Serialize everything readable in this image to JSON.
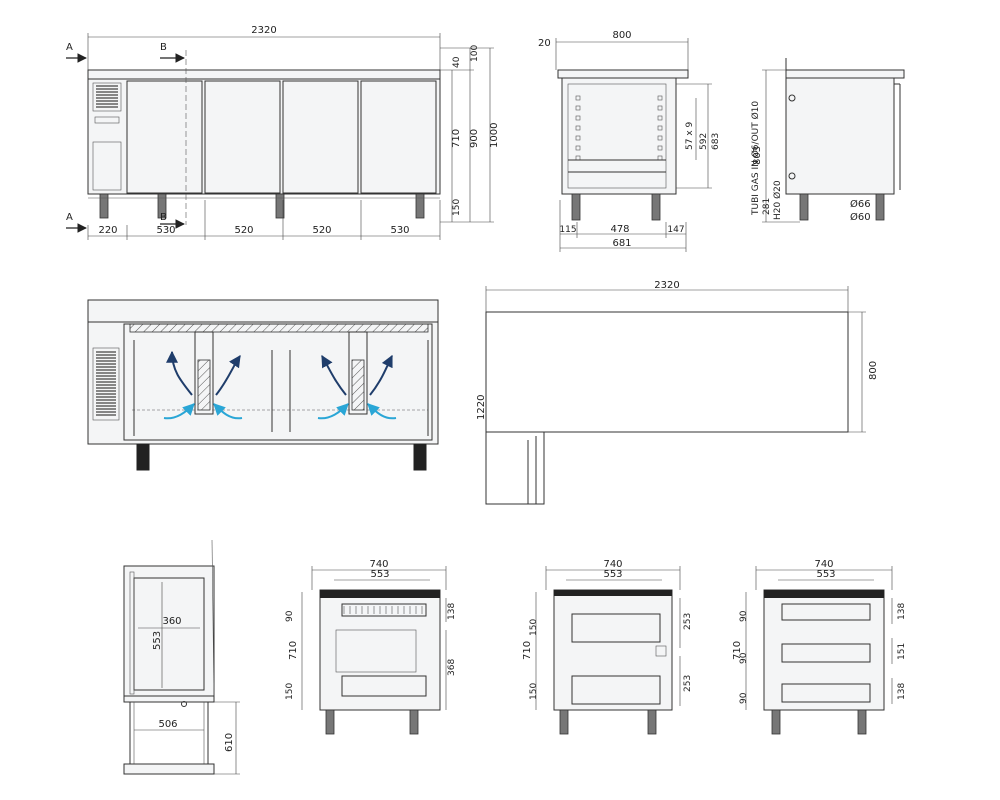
{
  "front": {
    "overall_width": "2320",
    "top_thk": "40",
    "height_100": "100",
    "door_h": "710",
    "total_900": "900",
    "total_1000": "1000",
    "leg_h": "150",
    "seg": [
      "220",
      "530",
      "520",
      "520",
      "530"
    ],
    "section_a": "A",
    "section_b": "B"
  },
  "side": {
    "width": "800",
    "overhang": "20",
    "grid": "57 x 9",
    "h592": "592",
    "h683": "683",
    "w115": "115",
    "w478": "478",
    "w147": "147",
    "w681": "681"
  },
  "profile": {
    "h803": "803",
    "gas": "TUBI GAS IN Ø6/OUT Ø10",
    "h281": "281",
    "h2o": "H20 Ø20",
    "d66": "Ø66",
    "d60": "Ø60"
  },
  "plan": {
    "width": "2320",
    "depth": "800",
    "total": "1220"
  },
  "door_detail": {
    "w360": "360",
    "h553": "553",
    "w506": "506",
    "h610": "610"
  },
  "drawer1": {
    "w740": "740",
    "w553": "553",
    "h710": "710",
    "h90": "90",
    "h150": "150",
    "h138": "138",
    "h368": "368"
  },
  "drawer2": {
    "w740": "740",
    "w553": "553",
    "h710": "710",
    "h150a": "150",
    "h150b": "150",
    "h253a": "253",
    "h253b": "253"
  },
  "drawer3": {
    "w740": "740",
    "w553": "553",
    "h710": "710",
    "h90a": "90",
    "h90b": "90",
    "h90c": "90",
    "h138a": "138",
    "h151": "151",
    "h138b": "138"
  }
}
